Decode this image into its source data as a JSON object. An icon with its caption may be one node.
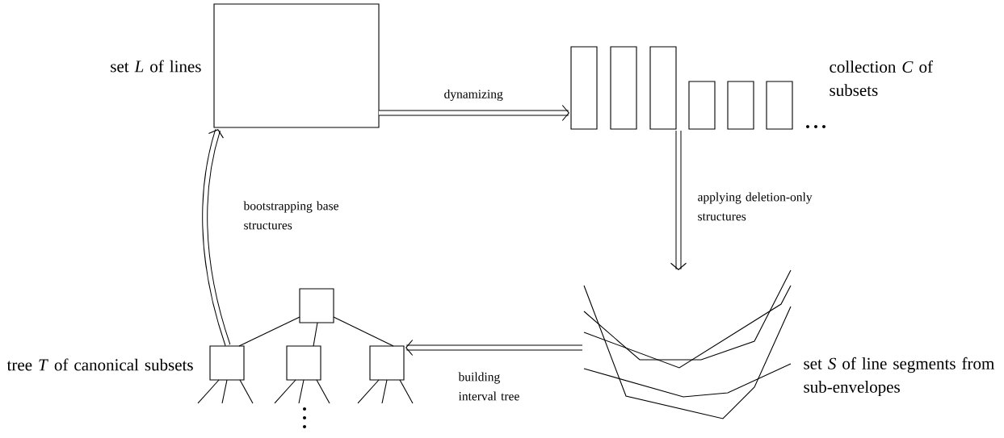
{
  "diagram": {
    "nodes": [
      {
        "text": [],
        "shape": "box",
        "beside": [
          "set *L* of lines"
        ]
      },
      {
        "text": [],
        "shape": "picture",
        "beside": [
          "collection *C* of subsets"
        ]
      },
      {
        "text": [],
        "shape": "picture",
        "beside": [
          "set *S* of line segments from sub-envelopes"
        ]
      },
      {
        "text": [],
        "shape": "picture",
        "beside": [
          "tree *T* of canonical subsets"
        ]
      }
    ],
    "edges": [
      {
        "from": 0,
        "to": 1,
        "arrow": "to",
        "label": "dynamizing"
      },
      {
        "from": 1,
        "to": 2,
        "arrow": "to",
        "label": "applying deletion-only structures"
      },
      {
        "from": 2,
        "to": 3,
        "arrow": "to",
        "label": "building interval tree"
      },
      {
        "from": 3,
        "to": 0,
        "arrow": "to",
        "label": "bootstrapping base structures"
      }
    ]
  }
}
